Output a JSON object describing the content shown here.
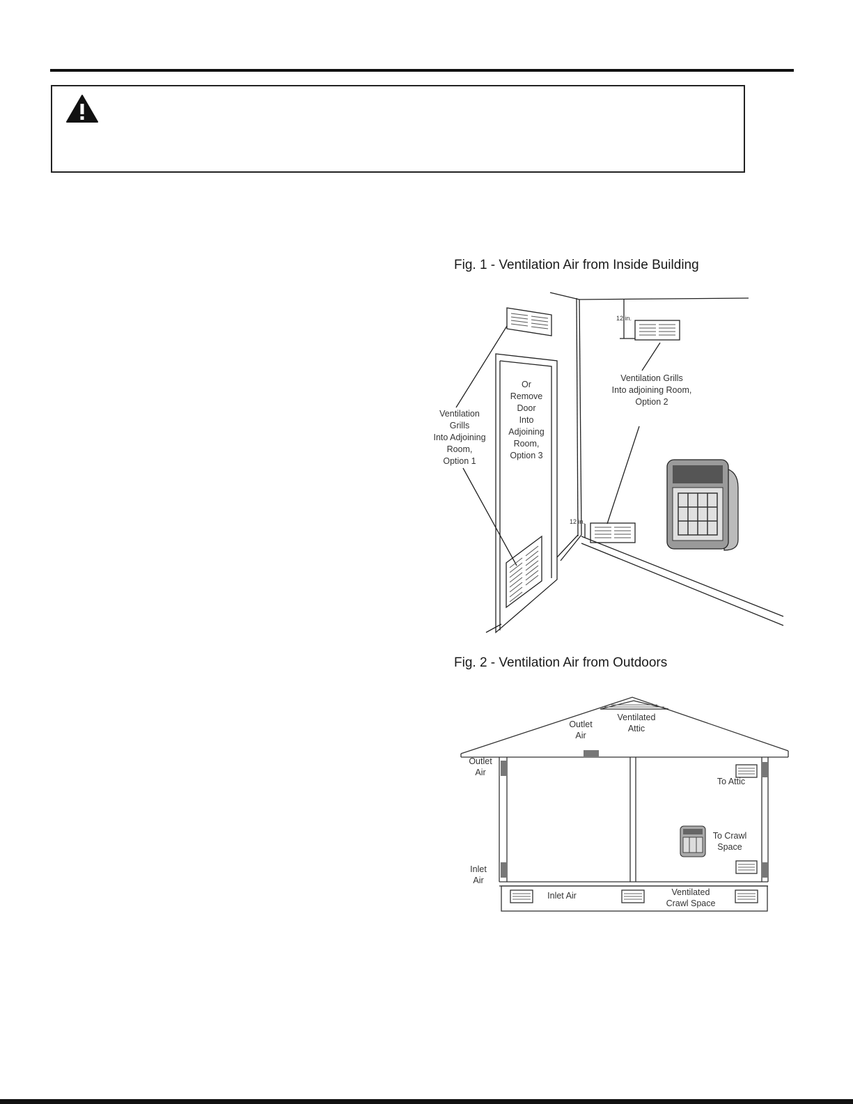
{
  "fig1": {
    "title": "Fig. 1 - Ventilation Air from Inside Building",
    "dim_top": "12 in.",
    "dim_bottom": "12 in.",
    "label_door": [
      "Or",
      "Remove",
      "Door",
      "Into",
      "Adjoining",
      "Room,",
      "Option 3"
    ],
    "label_option1": [
      "Ventilation",
      "Grills",
      "Into Adjoining",
      "Room,",
      "Option 1"
    ],
    "label_option2": [
      "Ventilation Grills",
      "Into adjoining Room,",
      "Option 2"
    ]
  },
  "fig2": {
    "title": "Fig. 2 - Ventilation Air from Outdoors",
    "ventilated_attic": [
      "Ventilated",
      "Attic"
    ],
    "outlet_air_roof": [
      "Outlet",
      "Air"
    ],
    "outlet_air_wall": [
      "Outlet",
      "Air"
    ],
    "inlet_air_wall": [
      "Inlet",
      "Air"
    ],
    "to_attic": "To Attic",
    "to_crawl_space": [
      "To Crawl",
      "Space"
    ],
    "inlet_air_crawl": "Inlet Air",
    "ventilated_crawl": [
      "Ventilated",
      "Crawl Space"
    ]
  }
}
